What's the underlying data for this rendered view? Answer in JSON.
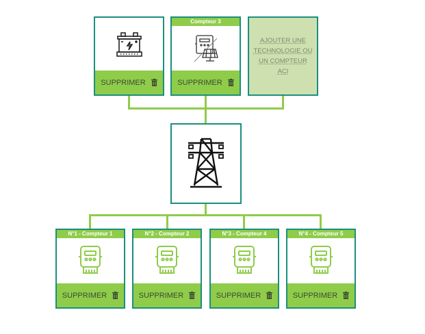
{
  "colors": {
    "border": "#1a8f7f",
    "accent": "#8fcc4a",
    "add_bg": "#cfe0b0",
    "text": "#3c4a33"
  },
  "sources": [
    {
      "header": "",
      "icon": "battery-icon",
      "delete_label": "SUPPRIMER"
    },
    {
      "header": "Compteur 3",
      "icon": "solar-meter-icon",
      "delete_label": "SUPPRIMER"
    }
  ],
  "add_technology": {
    "label": "AJOUTER UNE TECHNOLOGIE OU UN COMPTEUR ACI"
  },
  "grid_node": {
    "icon": "power-pylon-icon"
  },
  "consumers": [
    {
      "header": "N°1 - Compteur 1",
      "icon": "electric-meter-icon",
      "delete_label": "SUPPRIMER"
    },
    {
      "header": "N°2 - Compteur 2",
      "icon": "electric-meter-icon",
      "delete_label": "SUPPRIMER"
    },
    {
      "header": "N°3 - Compteur 4",
      "icon": "electric-meter-icon",
      "delete_label": "SUPPRIMER"
    },
    {
      "header": "N°4 - Compteur 5",
      "icon": "electric-meter-icon",
      "delete_label": "SUPPRIMER"
    }
  ]
}
